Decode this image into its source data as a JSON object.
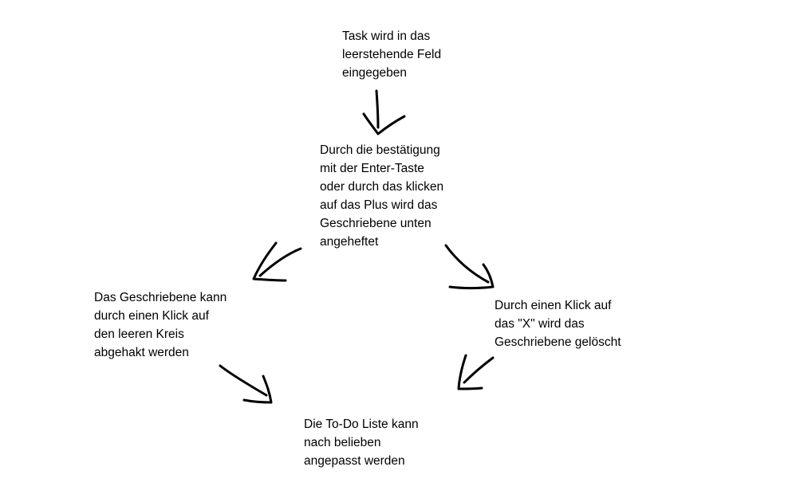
{
  "nodes": {
    "task_input": {
      "lines": [
        "Task wird in das",
        "leerstehende Feld",
        "eingegeben"
      ]
    },
    "confirm": {
      "lines": [
        "Durch die bestätigung",
        "mit der Enter-Taste",
        "oder durch das klicken",
        "auf das Plus wird das",
        "Geschriebene unten",
        "angeheftet"
      ]
    },
    "check_off": {
      "lines": [
        "Das Geschriebene kann",
        "durch einen Klick auf",
        "den leeren Kreis",
        "abgehakt werden"
      ]
    },
    "delete": {
      "lines": [
        "Durch einen Klick auf",
        "das \"X\" wird das",
        "Geschriebene gelöscht"
      ]
    },
    "adjust": {
      "lines": [
        "Die To-Do Liste kann",
        "nach belieben",
        "angepasst werden"
      ]
    }
  },
  "edges": [
    {
      "from": "task_input",
      "to": "confirm"
    },
    {
      "from": "confirm",
      "to": "check_off"
    },
    {
      "from": "confirm",
      "to": "delete"
    },
    {
      "from": "check_off",
      "to": "adjust"
    },
    {
      "from": "delete",
      "to": "adjust"
    }
  ],
  "colors": {
    "background": "#ffffff",
    "ink": "#000000"
  }
}
